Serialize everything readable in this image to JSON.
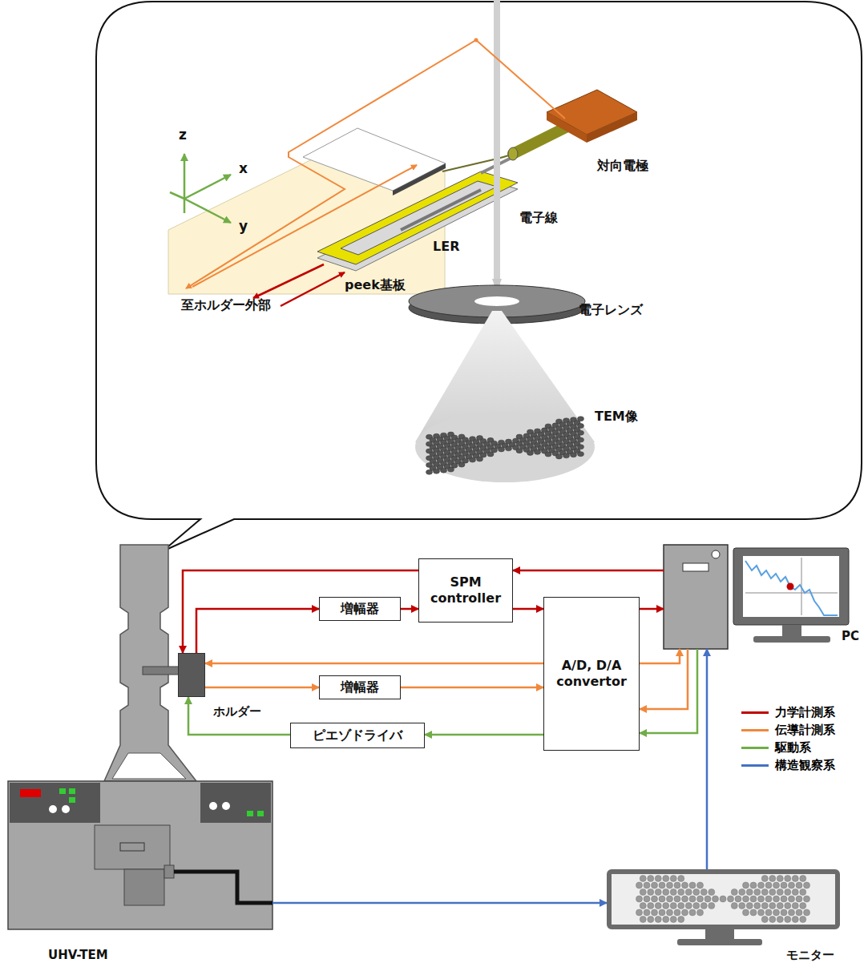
{
  "diagram": {
    "nodes": [
      {
        "text": [
          "UHV-TEM"
        ]
      },
      {
        "text": [
          "ホルダー"
        ]
      },
      {
        "text": [
          "増幅器"
        ]
      },
      {
        "text": [
          "SPM controller"
        ]
      },
      {
        "text": [
          "増幅器"
        ]
      },
      {
        "text": [
          "A/D, D/A convertor"
        ]
      },
      {
        "text": [
          "ピエゾドライバ"
        ]
      },
      {
        "text": [
          "PC"
        ]
      },
      {
        "text": [
          "モニター"
        ]
      }
    ],
    "edges": [
      {
        "from": 7,
        "to": 3,
        "arrow": "to"
      },
      {
        "from": 3,
        "to": 1,
        "arrow": "to"
      },
      {
        "from": 1,
        "to": 2,
        "arrow": "to"
      },
      {
        "from": 2,
        "to": 3,
        "arrow": "to"
      },
      {
        "from": 3,
        "to": 5,
        "arrow": "to"
      },
      {
        "from": 5,
        "to": 7,
        "arrow": "to"
      },
      {
        "from": 5,
        "to": 1,
        "arrow": "to"
      },
      {
        "from": 1,
        "to": 4,
        "arrow": "to"
      },
      {
        "from": 4,
        "to": 5,
        "arrow": "to"
      },
      {
        "from": 5,
        "to": 7,
        "arrow": "to"
      },
      {
        "from": 7,
        "to": 5,
        "arrow": "to"
      },
      {
        "from": 7,
        "to": 5,
        "arrow": "to"
      },
      {
        "from": 5,
        "to": 6,
        "arrow": "to"
      },
      {
        "from": 6,
        "to": 1,
        "arrow": "to"
      },
      {
        "from": 0,
        "to": 8,
        "arrow": "to"
      },
      {
        "from": 8,
        "to": 7,
        "arrow": "to"
      }
    ],
    "labels": [
      "対向電極",
      "z",
      "x",
      "電子線",
      "y",
      "LER",
      "peek基板",
      "至ホルダー外部",
      "電子レンズ",
      "TEM像"
    ],
    "legend": [
      {
        "text": "力学計測系",
        "color": "#c00000"
      },
      {
        "text": "伝導計測系",
        "color": "#f0883c"
      },
      {
        "text": "駆動系",
        "color": "#70ad47"
      },
      {
        "text": "構造観察系",
        "color": "#4472c4"
      }
    ]
  }
}
